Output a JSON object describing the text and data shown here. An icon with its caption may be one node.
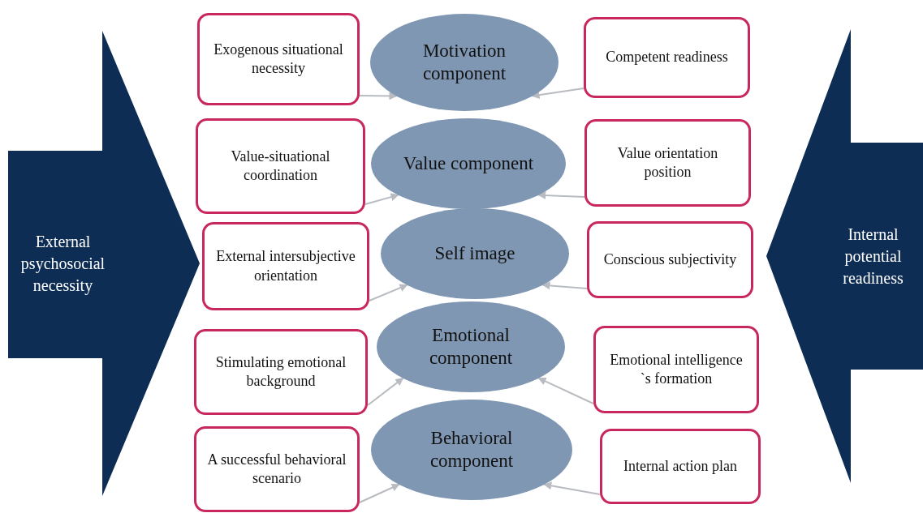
{
  "diagram": {
    "nodes": [
      {
        "text": [
          "External psychosocial necessity"
        ]
      },
      {
        "text": [
          "Internal potential readiness"
        ]
      },
      {
        "text": [
          "Exogenous situational necessity"
        ]
      },
      {
        "text": [
          "Motivation component"
        ]
      },
      {
        "text": [
          "Competent readiness"
        ]
      },
      {
        "text": [
          "Value-situational coordination"
        ]
      },
      {
        "text": [
          "Value component"
        ]
      },
      {
        "text": [
          "Value orientation position"
        ]
      },
      {
        "text": [
          "External intersubjective orientation"
        ]
      },
      {
        "text": [
          "Self image"
        ]
      },
      {
        "text": [
          "Conscious subjectivity"
        ]
      },
      {
        "text": [
          "Stimulating emotional background"
        ]
      },
      {
        "text": [
          "Emotional component"
        ]
      },
      {
        "text": [
          "Emotional intelligence `s formation"
        ]
      },
      {
        "text": [
          "A successful behavioral scenario"
        ]
      },
      {
        "text": [
          "Behavioral component"
        ]
      },
      {
        "text": [
          "Internal action plan"
        ]
      }
    ],
    "edges": [
      {
        "from": 2,
        "to": 3,
        "arrow": "to"
      },
      {
        "from": 4,
        "to": 3,
        "arrow": "to"
      },
      {
        "from": 5,
        "to": 6,
        "arrow": "to"
      },
      {
        "from": 7,
        "to": 6,
        "arrow": "to"
      },
      {
        "from": 8,
        "to": 9,
        "arrow": "to"
      },
      {
        "from": 10,
        "to": 9,
        "arrow": "to"
      },
      {
        "from": 11,
        "to": 12,
        "arrow": "to"
      },
      {
        "from": 13,
        "to": 12,
        "arrow": "to"
      },
      {
        "from": 14,
        "to": 15,
        "arrow": "to"
      },
      {
        "from": 16,
        "to": 15,
        "arrow": "to"
      }
    ]
  }
}
